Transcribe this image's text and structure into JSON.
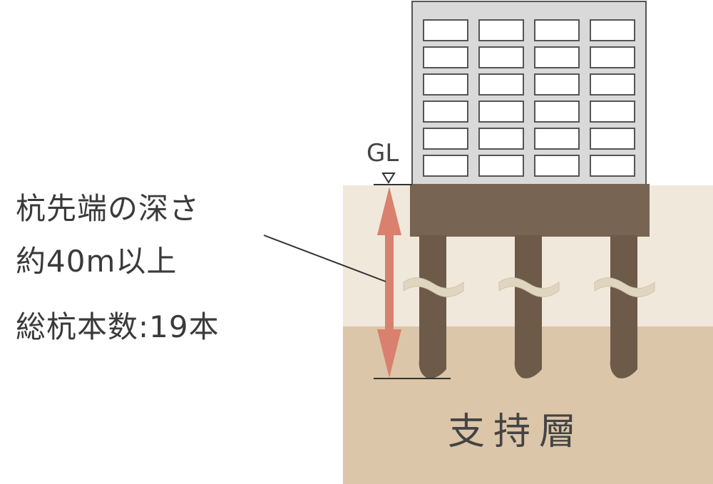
{
  "labels": {
    "ground_level": "GL",
    "pile_tip_depth_line1": "杭先端の深さ",
    "pile_tip_depth_line2": "約40m以上",
    "total_piles": "総杭本数:19本",
    "bearing_layer": "支持層"
  },
  "colors": {
    "upper_soil": "#f1e8dc",
    "bearing_soil": "#dcc6a9",
    "building": "#d9d9d9",
    "building_outline": "#555555",
    "windows": "#ffffff",
    "foundation": "#776452",
    "pile": "#6e5a48",
    "strata_break": "#e0d6c0",
    "depth_arrow": "#d9806e",
    "leader_line": "#333333"
  }
}
